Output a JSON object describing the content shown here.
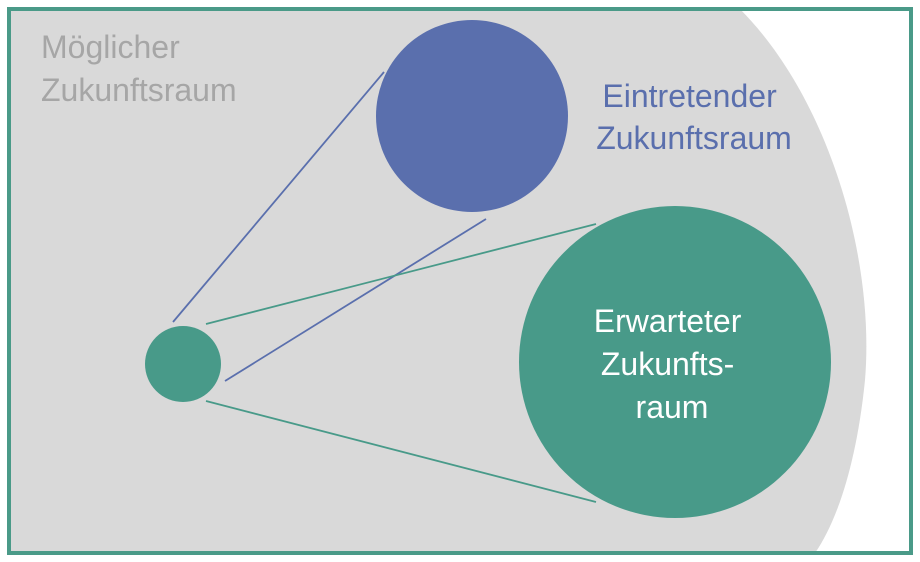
{
  "diagram": {
    "possible_space": {
      "lines": [
        "Möglicher",
        "Zukunftsraum"
      ]
    },
    "emerging_space": {
      "lines": [
        "Eintretender",
        "Zukunftsraum"
      ]
    },
    "expected_space": {
      "lines": [
        "Erwarteter",
        "Zukunfts-",
        "raum"
      ]
    },
    "colors": {
      "frame": "#4a9a88",
      "background": "#d9d9d9",
      "teal": "#489a89",
      "blue": "#5a6fad",
      "text_gray": "#a6a6a6",
      "text_blue": "#5a6fad",
      "text_white": "#ffffff"
    }
  }
}
